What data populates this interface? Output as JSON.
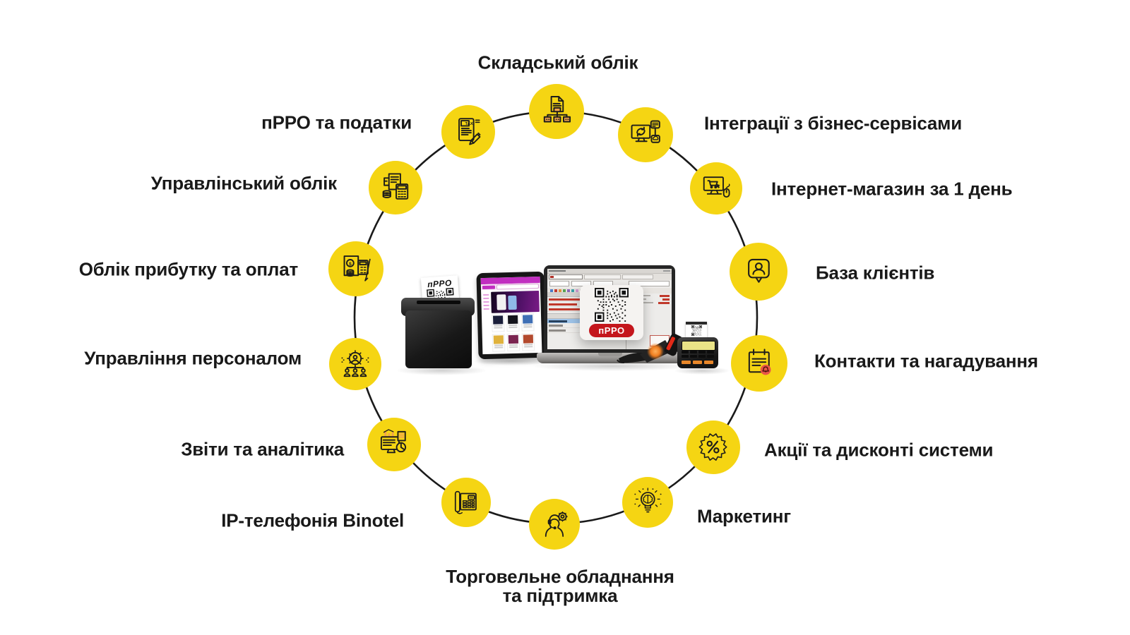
{
  "diagram": {
    "title_hint": "POS ecosystem feature wheel infographic",
    "colors": {
      "circle_yellow": "#F5D513",
      "icon_stroke": "#1E1D1B",
      "accent_orange": "#F2A44E",
      "accent_red": "#E85548",
      "badge_red": "#C4161C",
      "store_magenta": "#C12EC0",
      "text": "#191919"
    },
    "center": {
      "printer_receipt_label": "пРРО",
      "laptop_badge_label": "пРРО"
    },
    "nodes": [
      {
        "id": "warehouse",
        "label": "Складський облік",
        "icon": "document-hierarchy-icon"
      },
      {
        "id": "prro-taxes",
        "label": "пРРО та податки",
        "icon": "tax-document-icon"
      },
      {
        "id": "integrations",
        "label": "Інтеграції з бізнес-сервісами",
        "icon": "monitor-sync-icon"
      },
      {
        "id": "management-accounting",
        "label": "Управлінський облік",
        "icon": "docs-calculator-icon"
      },
      {
        "id": "online-store",
        "label": "Інтернет-магазин за 1 день",
        "icon": "monitor-cart-icon"
      },
      {
        "id": "profit-payments",
        "label": "Облік прибутку та оплат",
        "icon": "invoice-money-icon"
      },
      {
        "id": "customer-base",
        "label": "База клієнтів",
        "icon": "customer-pin-icon"
      },
      {
        "id": "hr-management",
        "label": "Управління персоналом",
        "icon": "team-gear-icon"
      },
      {
        "id": "contacts-reminders",
        "label": "Контакти та нагадування",
        "icon": "note-bell-icon"
      },
      {
        "id": "reports-analytics",
        "label": "Звіти та аналітика",
        "icon": "analytics-monitor-icon"
      },
      {
        "id": "promotions-discounts",
        "label": "Акції та дисконті системи",
        "icon": "percent-badge-icon"
      },
      {
        "id": "ip-telephony",
        "label": "IP-телефонія Binotel",
        "icon": "desk-phone-icon"
      },
      {
        "id": "marketing",
        "label": "Маркетинг",
        "icon": "idea-brain-icon"
      },
      {
        "id": "equipment-support",
        "label": "Торговельне обладнання та підтримка",
        "label_line1": "Торговельне обладнання",
        "label_line2": "та підтримка",
        "icon": "support-headset-icon"
      }
    ]
  }
}
